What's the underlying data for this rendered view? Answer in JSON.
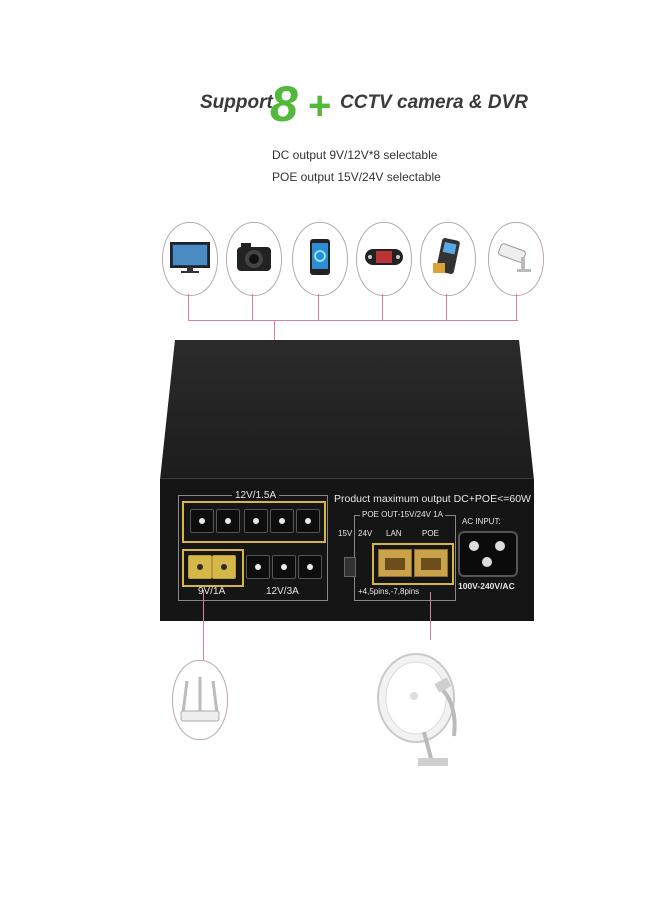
{
  "header": {
    "support": "Support",
    "big_number": "8",
    "plus": "+",
    "rest": "CCTV camera & DVR",
    "line1": "DC output 9V/12V*8 selectable",
    "line2": "POE output 15V/24V selectable"
  },
  "devices": [
    {
      "name": "monitor-icon"
    },
    {
      "name": "camera-icon"
    },
    {
      "name": "smartphone-icon"
    },
    {
      "name": "handheld-console-icon"
    },
    {
      "name": "pos-terminal-icon"
    },
    {
      "name": "cctv-camera-icon"
    }
  ],
  "panel": {
    "dc_top_label": "12V/1.5A",
    "dc_left_label": "9V/1A",
    "dc_right_label": "12V/3A",
    "max_output": "Product maximum output  DC+POE<=60W",
    "poe_out": "POE OUT-15V/24V 1A",
    "sw_15v": "15V",
    "sw_24v": "24V",
    "lan": "LAN",
    "poe": "POE",
    "pins": "+4,5pins,-7,8pins",
    "ac_input": "AC INPUT:",
    "ac_range": "100V-240V/AC"
  },
  "colors": {
    "accent_green": "#52b93a",
    "connector_pink": "#d7809b",
    "highlight_yellow": "#d4b640",
    "box_black": "#151515"
  }
}
